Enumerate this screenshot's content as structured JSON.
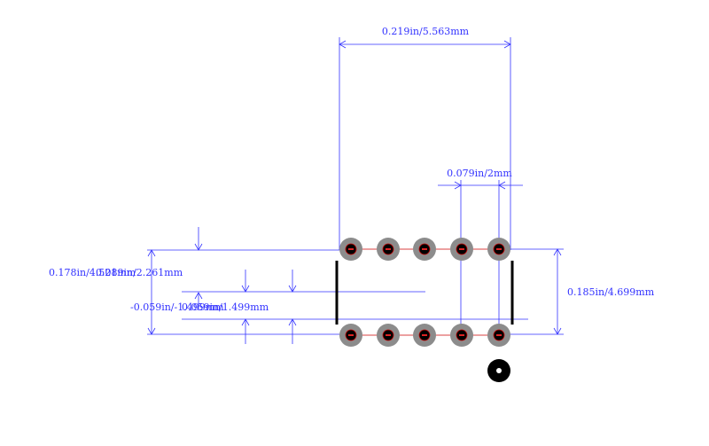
{
  "diagram": {
    "dimensions": {
      "width_top": "0.219in/5.563mm",
      "pitch": "0.079in/2mm",
      "height_right": "0.185in/4.699mm",
      "left_a": "0.178in/4.521mm",
      "left_b": "0.089in/2.261mm",
      "left_c": "-0.059in/-1.499mm",
      "left_d": "0.059in/1.499mm"
    },
    "colors": {
      "dimension": "#3333ff",
      "pad_copper": "#8c8c8c",
      "pad_ring": "#cc0000",
      "outline": "#000000"
    },
    "pin1_marker": "filled-circle"
  }
}
